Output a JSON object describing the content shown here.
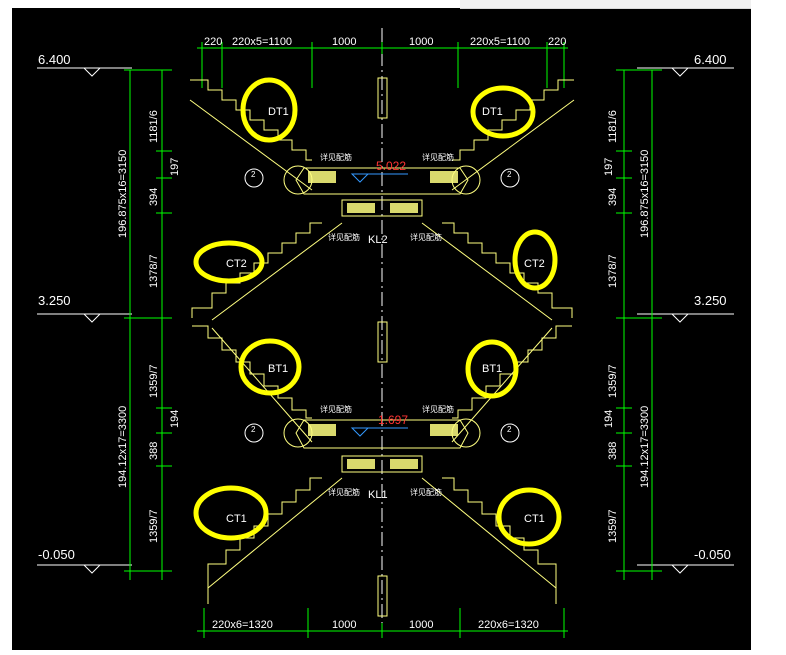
{
  "drawing": {
    "levels": {
      "top": "6.400",
      "middle": "3.250",
      "bottom": "-0.050"
    },
    "top_dims": {
      "left_small": "220",
      "left_treads": "220x5=1100",
      "center_left": "1000",
      "center_right": "1000",
      "right_treads": "220x5=1100",
      "right_small": "220"
    },
    "bottom_dims": {
      "left_treads": "220x6=1320",
      "center_left": "1000",
      "center_right": "1000",
      "right_treads": "220x6=1320"
    },
    "vert_dims": {
      "upper_total": "196.875x16=3150",
      "upper_a": "1181/6",
      "upper_b": "197",
      "upper_c": "394",
      "upper_d": "1378/7",
      "lower_total": "194.12x17=3300",
      "lower_a": "1359/7",
      "lower_b": "194",
      "lower_c": "388",
      "lower_d": "1359/7"
    },
    "stair_labels": {
      "dt": "DT1",
      "ct2": "CT2",
      "bt": "BT1",
      "ct1": "CT1"
    },
    "landing_elevations": {
      "upper": "5.022",
      "lower": "1.697"
    },
    "beams": {
      "upper": "KL2",
      "lower": "KL1"
    },
    "axis_marks": {
      "left": "2",
      "right": "2"
    },
    "rebar_note": "详见配筋"
  },
  "colors": {
    "background": "#000000",
    "lines": "#ffff80",
    "dims": "#00ff00",
    "text": "#ffffff",
    "highlight": "#ffff00",
    "elevation": "#ff3333",
    "marker": "#3399ff"
  }
}
